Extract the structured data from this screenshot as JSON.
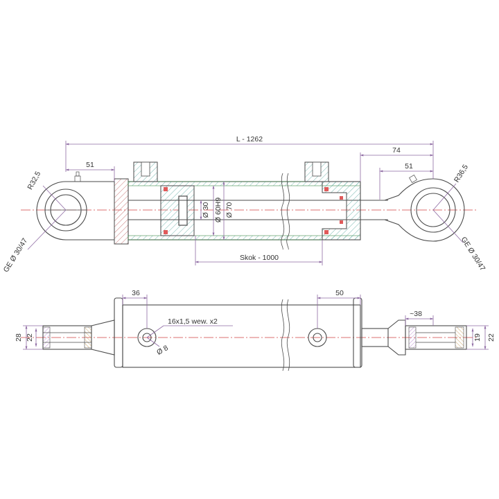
{
  "colors": {
    "dimension": "#8e6aa3",
    "centerline": "#d04040",
    "tube": "#3f8a4a",
    "seal": "#e05a5a",
    "hatch_green": "#5aa8a0",
    "hatch_red": "#c06060",
    "bushing": "#b98ad0",
    "bushing_tan": "#e8cfa0"
  },
  "top_view": {
    "overall_length": "L - 1262",
    "left_eye_offset": "51",
    "right_eye_total": "74",
    "right_eye_offset": "51",
    "left_radius": "R32,5",
    "right_radius": "R36,5",
    "left_bearing": "GE Ø 30/47",
    "right_bearing": "GE Ø 30/47",
    "rod_diameter": "Ø 30",
    "bore_diameter": "Ø 60H9",
    "tube_diameter": "Ø 70",
    "stroke": "Skok - 1000"
  },
  "bottom_view": {
    "port_offset_left": "36",
    "port_offset_right": "50",
    "port_thread": "16x1,5 wew. x2",
    "port_hole": "Ø 8",
    "right_eye_length": "~38",
    "left_eye_width_outer": "28",
    "left_eye_width_inner": "22",
    "right_eye_width_inner": "19",
    "right_eye_width_outer": "22"
  }
}
